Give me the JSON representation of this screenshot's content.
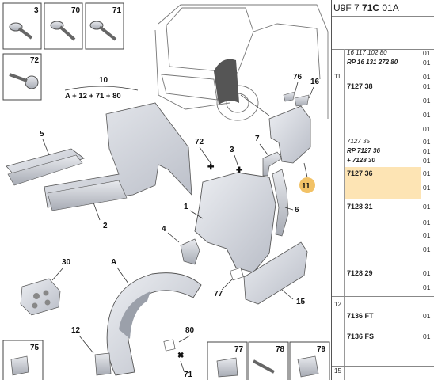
{
  "header": {
    "prefix": "U9F 7 ",
    "bold": "71C",
    "suffix": " 01A"
  },
  "callouts": {
    "top_boxes": [
      "3",
      "70",
      "71"
    ],
    "box_72": "72",
    "formula_num": "10",
    "formula": "A + 12 + 71 + 80",
    "bottom_boxes": [
      "75",
      "77",
      "78",
      "79"
    ],
    "labels": [
      "5",
      "2",
      "72",
      "3",
      "7",
      "76",
      "16",
      "11",
      "1",
      "6",
      "4",
      "30",
      "A",
      "77",
      "15",
      "12",
      "80",
      "71"
    ]
  },
  "parts": [
    {
      "group": "",
      "ref": "16 117 102 80",
      "style": "ital",
      "qty": "01"
    },
    {
      "group": "",
      "ref": "RP 16 131 272 80",
      "style": "boldital",
      "qty": "01"
    },
    {
      "group": "11",
      "ref": "",
      "style": "",
      "qty": "01"
    },
    {
      "group": "",
      "ref": "7127 38",
      "style": "bold",
      "qty": "01"
    },
    {
      "group": "",
      "ref": "",
      "style": "",
      "qty": "01"
    },
    {
      "group": "",
      "ref": "",
      "style": "",
      "qty": "01"
    },
    {
      "group": "",
      "ref": "",
      "style": "",
      "qty": "01"
    },
    {
      "group": "",
      "ref": "7127 35",
      "style": "ital",
      "qty": "01"
    },
    {
      "group": "",
      "ref": "RP 7127 36",
      "style": "boldital",
      "qty": "01"
    },
    {
      "group": "",
      "ref": "+ 7128 30",
      "style": "boldital",
      "qty": "01"
    },
    {
      "group": "",
      "ref": "7127 36",
      "style": "bold",
      "qty": "01"
    },
    {
      "group": "",
      "ref": "",
      "style": "",
      "qty": "01"
    },
    {
      "group": "",
      "ref": "7128 31",
      "style": "bold",
      "qty": "01"
    },
    {
      "group": "",
      "ref": "",
      "style": "",
      "qty": "01"
    },
    {
      "group": "",
      "ref": "",
      "style": "",
      "qty": "01"
    },
    {
      "group": "",
      "ref": "",
      "style": "",
      "qty": "01"
    },
    {
      "group": "",
      "ref": "7128 29",
      "style": "bold",
      "qty": "01"
    },
    {
      "group": "",
      "ref": "",
      "style": "",
      "qty": "01"
    },
    {
      "group": "12",
      "ref": "",
      "style": "",
      "qty": ""
    },
    {
      "group": "",
      "ref": "7136 FT",
      "style": "bold",
      "qty": "01"
    },
    {
      "group": "",
      "ref": "7136 FS",
      "style": "bold",
      "qty": "01"
    },
    {
      "group": "15",
      "ref": "",
      "style": "",
      "qty": ""
    }
  ],
  "colors": {
    "highlight": "#fde4b4",
    "callout": "#f2c266",
    "part_fill": "#d9dce3",
    "part_stroke": "#555"
  }
}
